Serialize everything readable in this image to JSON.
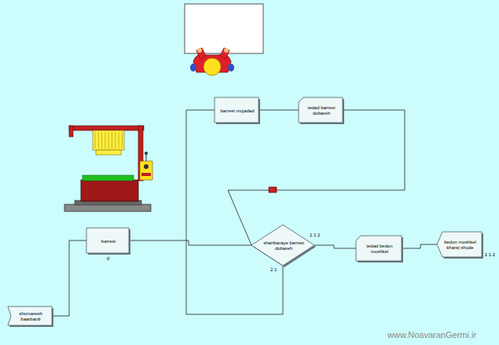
{
  "diagram": {
    "nodes": [
      {
        "text": [
          "shomaresh baarbardi"
        ]
      },
      {
        "text": [
          "barresi"
        ]
      },
      {
        "text": [
          "shartbaraye barresi dobareh"
        ]
      },
      {
        "text": [
          "tedad bedon moshkel"
        ]
      },
      {
        "text": [
          "bedon moshkel kharej shode"
        ]
      },
      {
        "text": [
          "barresi mojadad"
        ]
      },
      {
        "text": [
          "tedad barresi dobareh"
        ]
      }
    ],
    "edges": [
      {
        "from": 0,
        "to": 1,
        "arrow": "none"
      },
      {
        "from": 1,
        "to": 2,
        "arrow": "none"
      },
      {
        "from": 2,
        "to": 3,
        "arrow": "none"
      },
      {
        "from": 3,
        "to": 4,
        "arrow": "none"
      },
      {
        "from": 2,
        "to": 5,
        "arrow": "none"
      },
      {
        "from": 5,
        "to": 6,
        "arrow": "none"
      },
      {
        "from": 6,
        "to": 2,
        "arrow": "none"
      }
    ],
    "labels": [
      "0",
      "1 1 2",
      "2 1",
      "1 1 2",
      "www.NoavaranGermi.ir"
    ]
  }
}
